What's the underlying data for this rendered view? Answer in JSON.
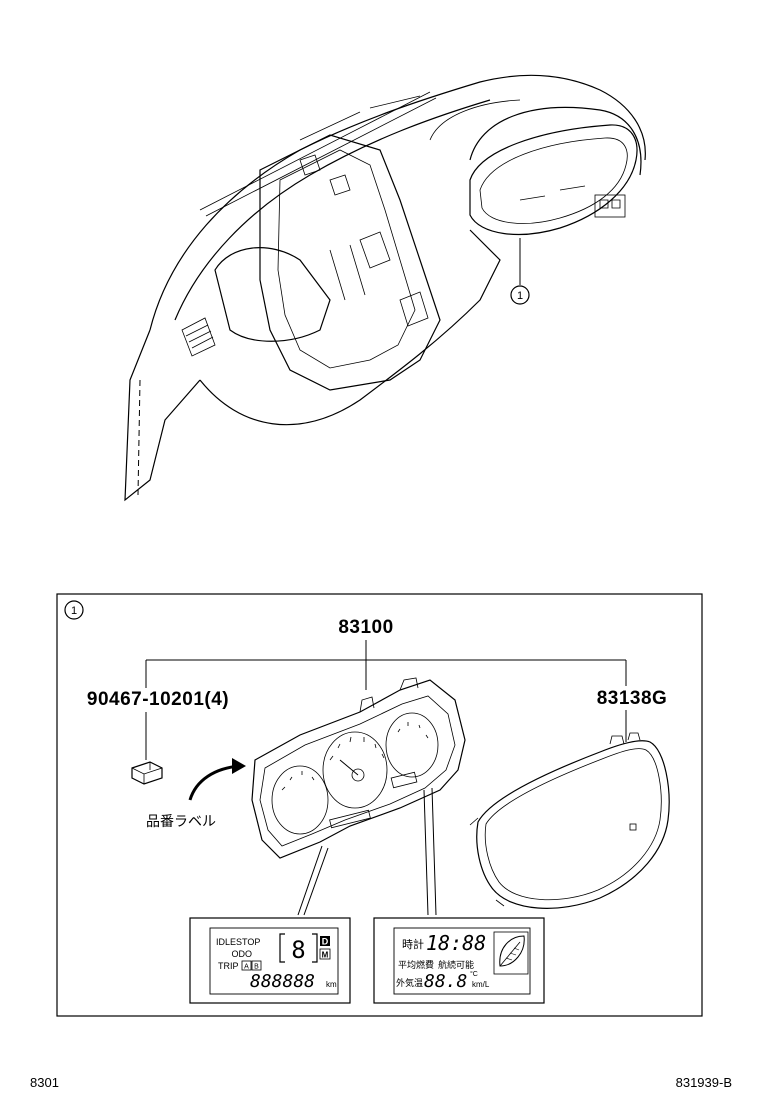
{
  "callout": {
    "number": "1"
  },
  "inset": {
    "ref_number": "1"
  },
  "parts": {
    "main": "83100",
    "bolt": "90467-10201(4)",
    "cover": "83138G"
  },
  "part_label_note": "品番ラベル",
  "display_left": {
    "idle_stop": "IDLESTOP",
    "odo": "ODO",
    "trip": "TRIP",
    "trip_a": "A",
    "trip_b": "B",
    "gear": "D",
    "gear_m": "M",
    "digits": "888888",
    "unit": "km"
  },
  "display_right": {
    "clock_label": "時計",
    "clock_digits": "18:88",
    "fuel_label": "平均燃費",
    "range_label": "航続可能",
    "temp_label": "外気温",
    "temp_digits": "88.8",
    "temp_unit_c": "°C",
    "unit": "km/L"
  },
  "footer": {
    "left": "8301",
    "right": "831939-B"
  }
}
